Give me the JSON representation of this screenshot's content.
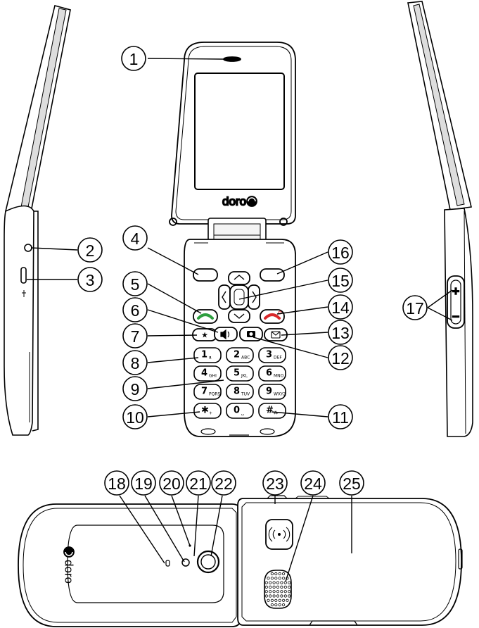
{
  "brand": "doro",
  "callouts": [
    {
      "number": "1"
    },
    {
      "number": "2"
    },
    {
      "number": "3"
    },
    {
      "number": "4"
    },
    {
      "number": "5"
    },
    {
      "number": "6"
    },
    {
      "number": "7"
    },
    {
      "number": "8"
    },
    {
      "number": "9"
    },
    {
      "number": "10"
    },
    {
      "number": "11"
    },
    {
      "number": "12"
    },
    {
      "number": "13"
    },
    {
      "number": "14"
    },
    {
      "number": "15"
    },
    {
      "number": "16"
    },
    {
      "number": "17"
    },
    {
      "number": "18"
    },
    {
      "number": "19"
    },
    {
      "number": "20"
    },
    {
      "number": "21"
    },
    {
      "number": "22"
    },
    {
      "number": "23"
    },
    {
      "number": "24"
    },
    {
      "number": "25"
    }
  ],
  "keypad": [
    {
      "main": "1",
      "sub": "ᴥ"
    },
    {
      "main": "2",
      "sub": "ABC"
    },
    {
      "main": "3",
      "sub": "DEF"
    },
    {
      "main": "4",
      "sub": "GHI"
    },
    {
      "main": "5",
      "sub": "JKL"
    },
    {
      "main": "6",
      "sub": "MNO"
    },
    {
      "main": "7",
      "sub": "PQRS"
    },
    {
      "main": "8",
      "sub": "TUV"
    },
    {
      "main": "9",
      "sub": "WXYZ"
    },
    {
      "main": "✱",
      "sub": "+"
    },
    {
      "main": "0",
      "sub": "␣"
    },
    {
      "main": "#",
      "sub": "⁂"
    }
  ],
  "side_button_plus": "+",
  "side_button_minus": "−",
  "star_key_symbol": "★",
  "icons": [
    "earpiece-icon",
    "headset-jack-icon",
    "usb-port-icon",
    "speaker-icon",
    "camera-icon",
    "message-icon",
    "call-icon",
    "end-call-icon",
    "nfc-icon",
    "loudspeaker-grille-icon"
  ],
  "colors": {
    "call_green": "#2e9e3f",
    "end_red": "#d9282a",
    "line": "#000000"
  }
}
